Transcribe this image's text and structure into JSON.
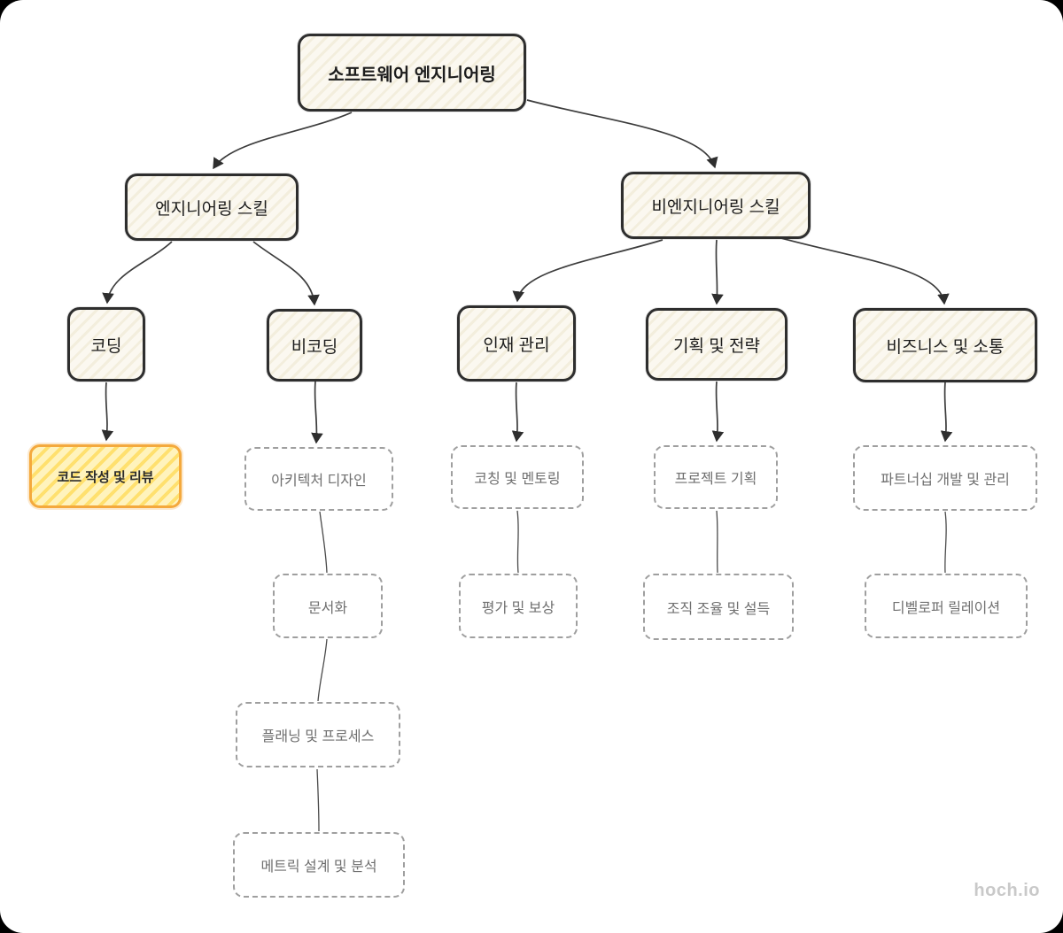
{
  "tree": {
    "root": {
      "label": "소프트웨어 엔지니어링"
    },
    "branches": [
      {
        "label": "엔지니어링 스킬",
        "children": [
          {
            "label": "코딩",
            "children": [
              {
                "label": "코드 작성 및 리뷰",
                "highlighted": true
              }
            ]
          },
          {
            "label": "비코딩",
            "children": [
              {
                "label": "아키텍처 디자인"
              },
              {
                "label": "문서화"
              },
              {
                "label": "플래닝 및 프로세스"
              },
              {
                "label": "메트릭 설계 및 분석"
              }
            ]
          }
        ]
      },
      {
        "label": "비엔지니어링 스킬",
        "children": [
          {
            "label": "인재 관리",
            "children": [
              {
                "label": "코칭 및 멘토링"
              },
              {
                "label": "평가 및 보상"
              }
            ]
          },
          {
            "label": "기획 및 전략",
            "children": [
              {
                "label": "프로젝트 기획"
              },
              {
                "label": "조직 조율 및 설득"
              }
            ]
          },
          {
            "label": "비즈니스 및 소통",
            "children": [
              {
                "label": "파트너십 개발 및 관리"
              },
              {
                "label": "디벨로퍼 릴레이션"
              }
            ]
          }
        ]
      }
    ]
  },
  "watermark": {
    "label": "hoch.io"
  },
  "colors": {
    "node_border": "#2e2e2e",
    "node_fill": "#fbf8f0",
    "node_hatch": "#f3eedd",
    "dashed_border": "#9f9f9f",
    "dashed_text": "#6f6f6f",
    "highlight_border": "#f4a93d",
    "highlight_fill": "#ffe06e",
    "edge_color": "#3c3c3c",
    "watermark_color": "#c9c9c9"
  }
}
